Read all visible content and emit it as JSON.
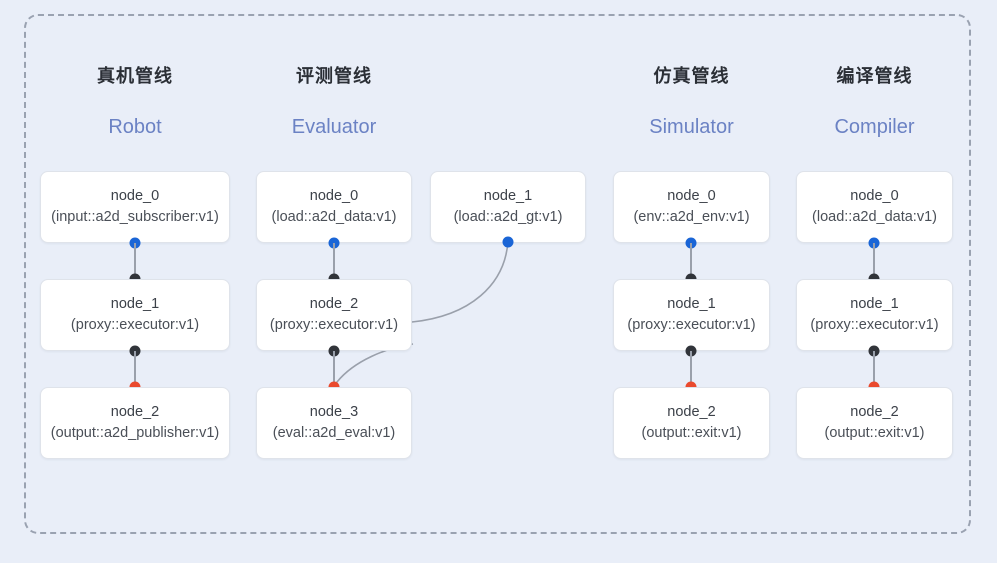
{
  "diagram": {
    "title_cn": "",
    "frame": {
      "style": "dashed-rounded-rect",
      "border_color": "#9aa2b1"
    },
    "background_color": "#e9eef8",
    "accent_color": "#6b82c4",
    "port_colors": {
      "input": "#1a65d6",
      "inout": "#31343a",
      "output": "#ea4a2e"
    }
  },
  "columns": [
    {
      "id": "robot",
      "title_cn": "真机管线",
      "title_en": "Robot",
      "nodes": [
        {
          "name": "node_0",
          "spec": "(input::a2d_subscriber:v1)"
        },
        {
          "name": "node_1",
          "spec": "(proxy::executor:v1)"
        },
        {
          "name": "node_2",
          "spec": "(output::a2d_publisher:v1)"
        }
      ]
    },
    {
      "id": "evaluator",
      "title_cn": "评测管线",
      "title_en": "Evaluator",
      "nodes": [
        {
          "name": "node_0",
          "spec": "(load::a2d_data:v1)"
        },
        {
          "name": "node_2",
          "spec": "(proxy::executor:v1)"
        },
        {
          "name": "node_3",
          "spec": "(eval::a2d_eval:v1)"
        },
        {
          "name": "node_1",
          "spec": "(load::a2d_gt:v1)"
        }
      ]
    },
    {
      "id": "simulator",
      "title_cn": "仿真管线",
      "title_en": "Simulator",
      "nodes": [
        {
          "name": "node_0",
          "spec": "(env::a2d_env:v1)"
        },
        {
          "name": "node_1",
          "spec": "(proxy::executor:v1)"
        },
        {
          "name": "node_2",
          "spec": "(output::exit:v1)"
        }
      ]
    },
    {
      "id": "compiler",
      "title_cn": "编译管线",
      "title_en": "Compiler",
      "nodes": [
        {
          "name": "node_0",
          "spec": "(load::a2d_data:v1)"
        },
        {
          "name": "node_1",
          "spec": "(proxy::executor:v1)"
        },
        {
          "name": "node_2",
          "spec": "(output::exit:v1)"
        }
      ]
    }
  ]
}
